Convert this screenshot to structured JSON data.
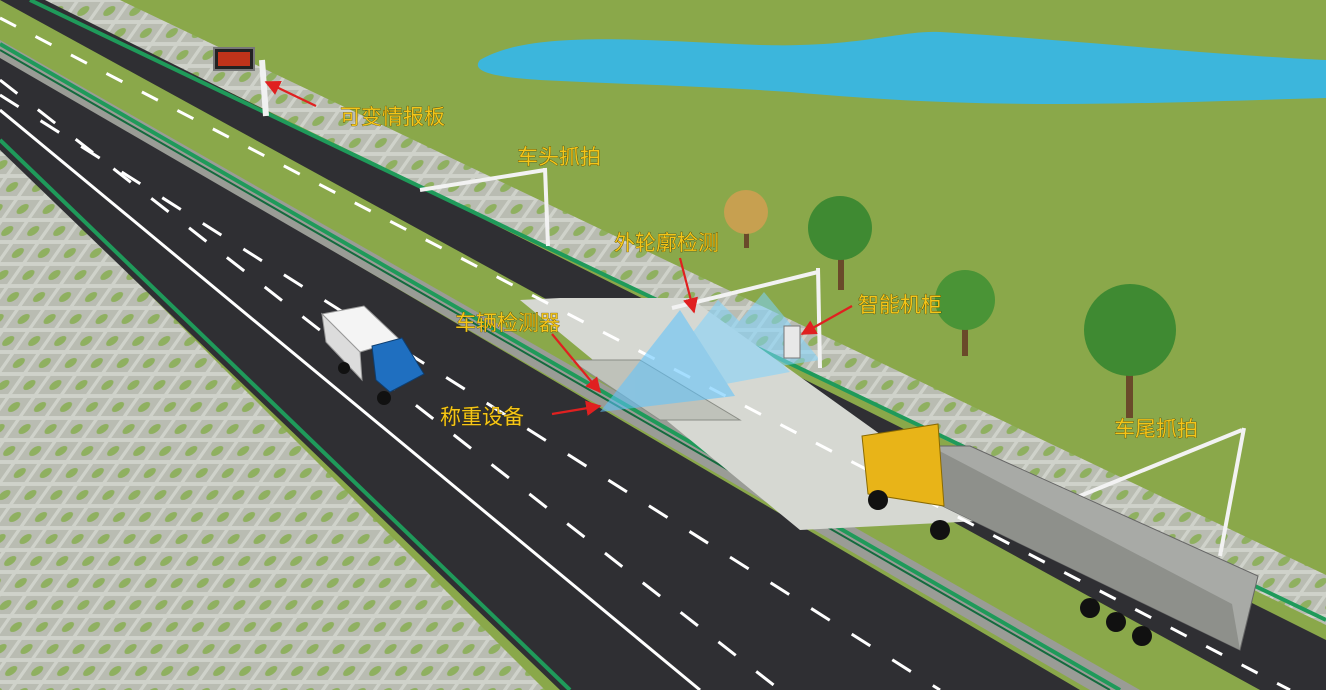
{
  "labels": {
    "vms": "可变情报板",
    "head_capture": "车头抓拍",
    "profile_detection": "外轮廓检测",
    "smart_cabinet": "智能机柜",
    "vehicle_detector": "车辆检测器",
    "weighing": "称重设备",
    "tail_capture": "车尾抓拍"
  },
  "colors": {
    "grass": "#8aa84a",
    "asphalt": "#2f2f33",
    "paving": "#c9ccc4",
    "guardrail": "#1f9a5a",
    "water": "#3cb6dc",
    "label": "#f5c518",
    "arrow": "#e02020",
    "scan_beam": "#7fd4ff"
  }
}
